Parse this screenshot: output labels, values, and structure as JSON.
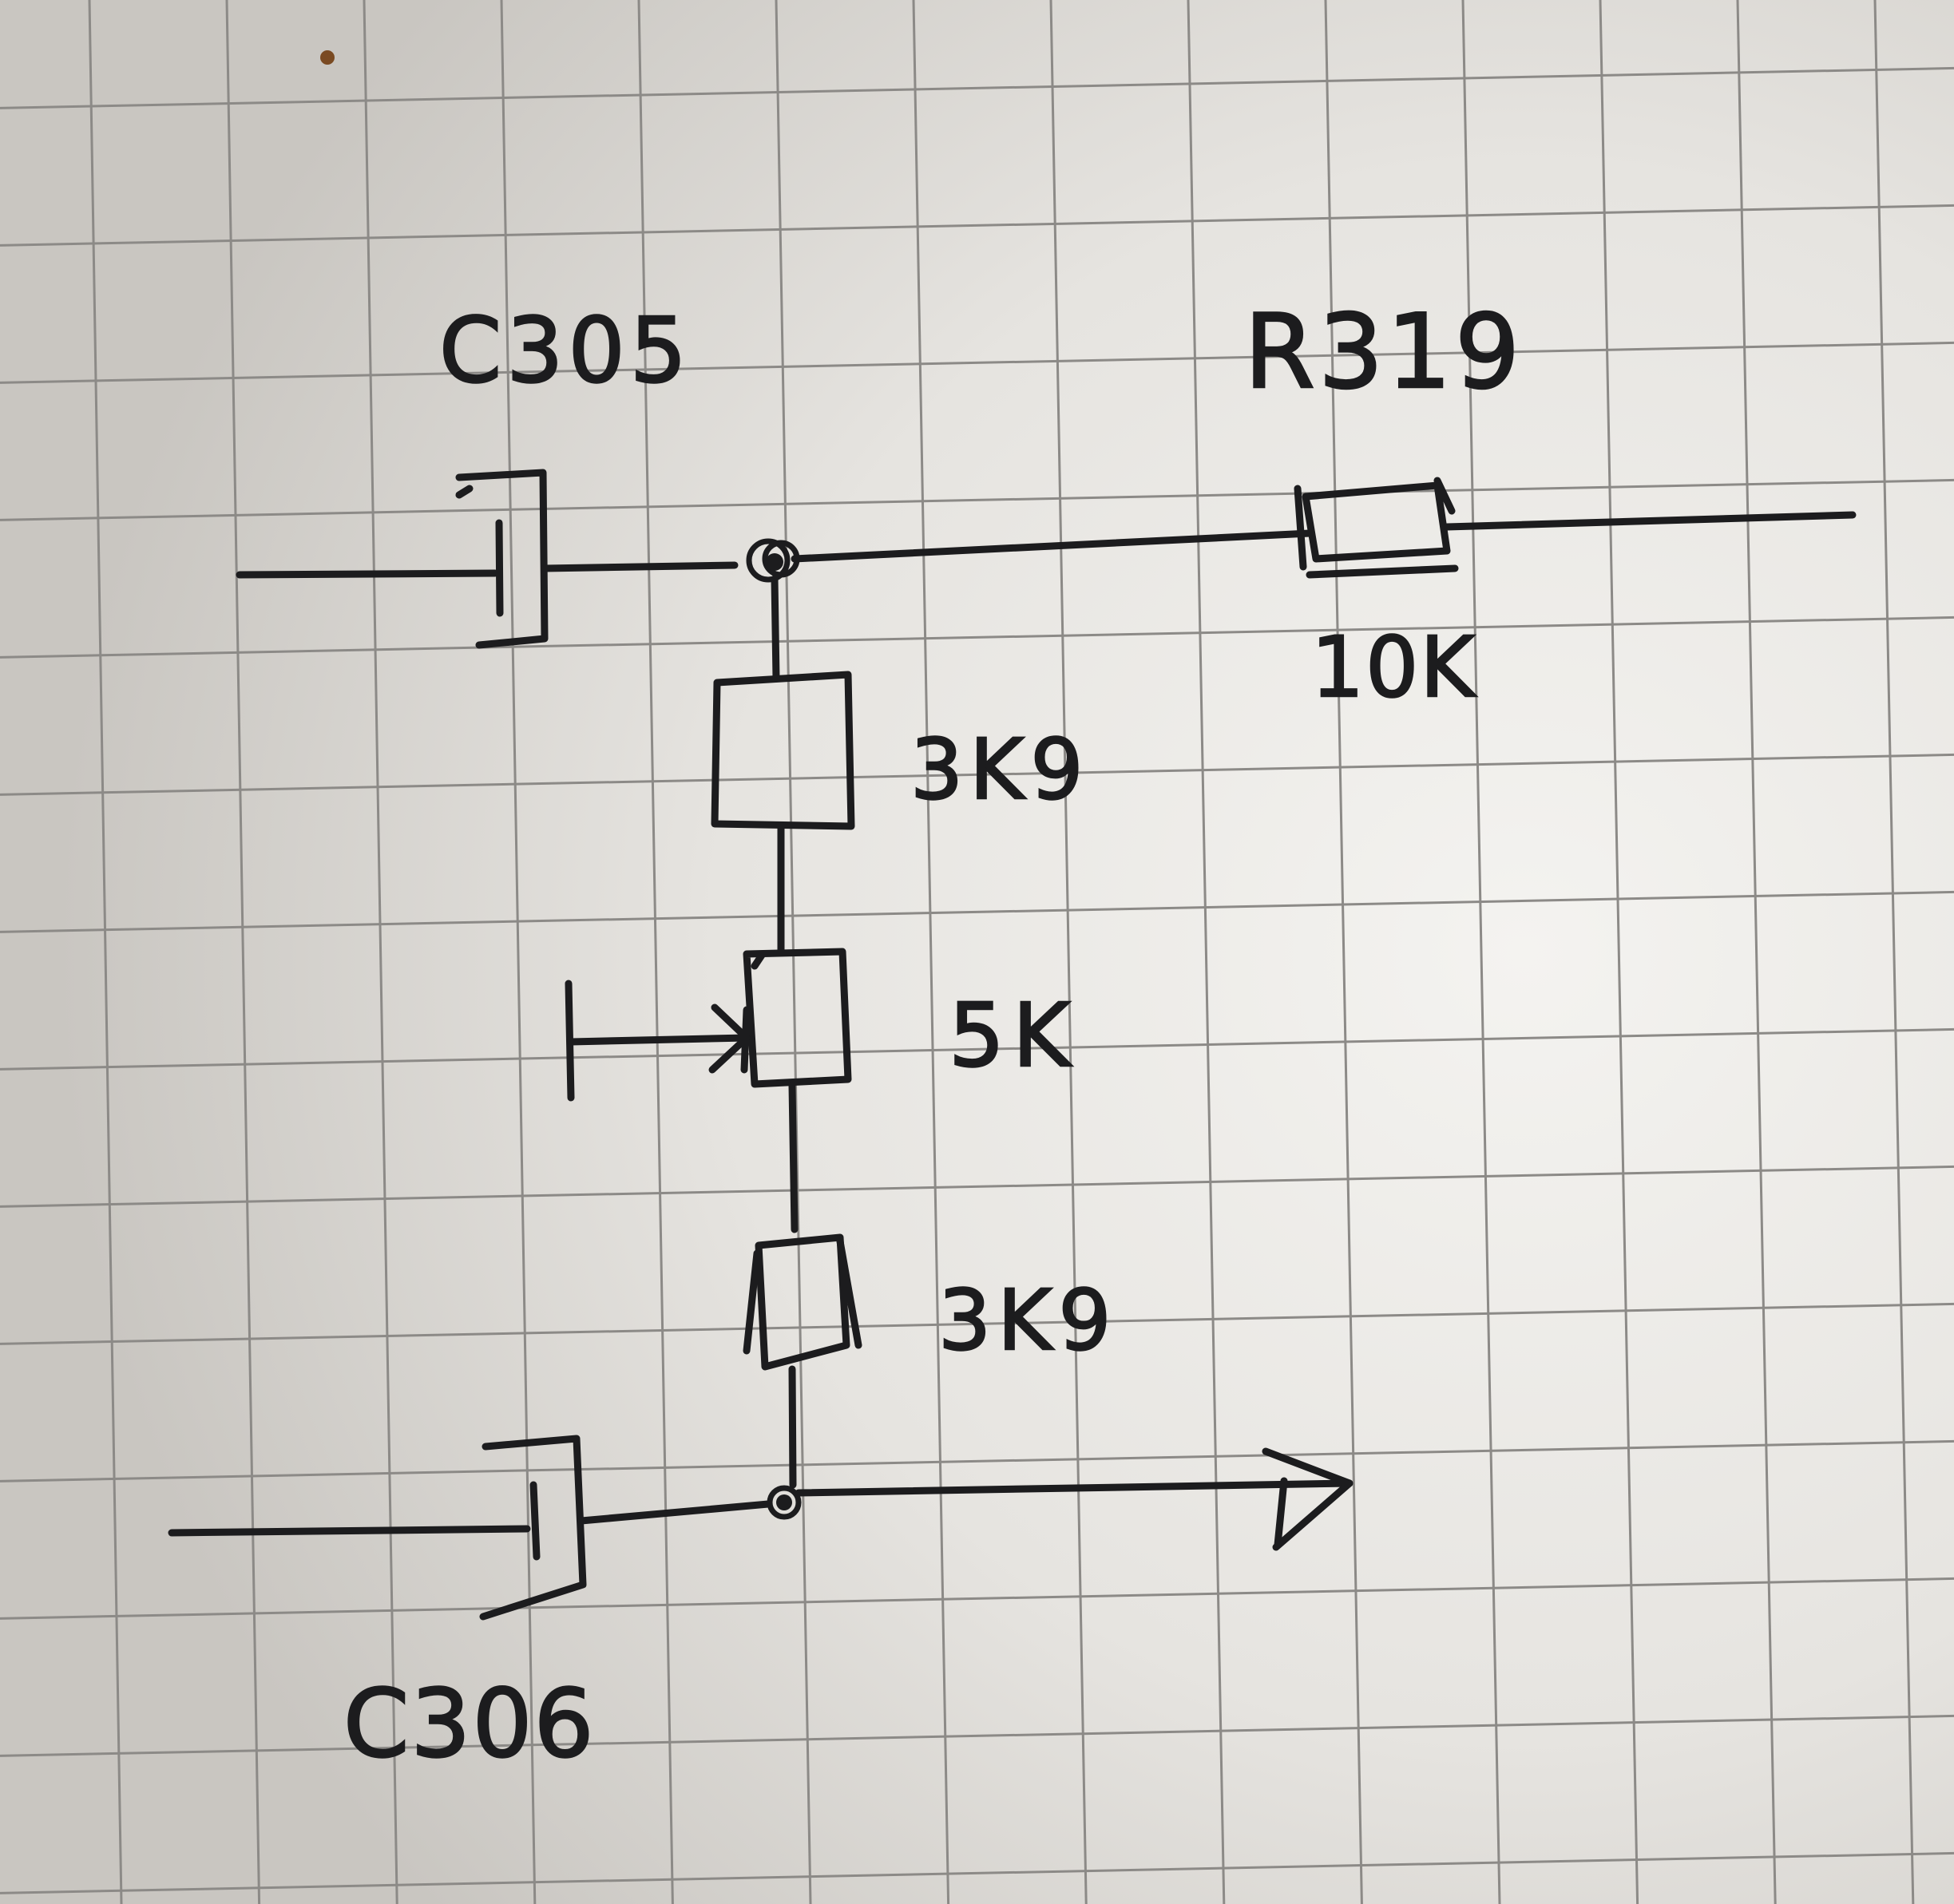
{
  "diagram": {
    "type": "hand-drawn circuit schematic on grid paper",
    "colors": {
      "paper": "#dcdad6",
      "paper_highlight": "#f3f2ef",
      "grid": "#8c8a87",
      "ink": "#1c1c1e",
      "stain": "#7a4a22"
    },
    "labels": {
      "c305": "C305",
      "r319": "R319",
      "r319_value": "10K",
      "r_top_value": "3K9",
      "pot_value": "5K",
      "r_bottom_value": "3K9",
      "c306": "C306"
    }
  }
}
